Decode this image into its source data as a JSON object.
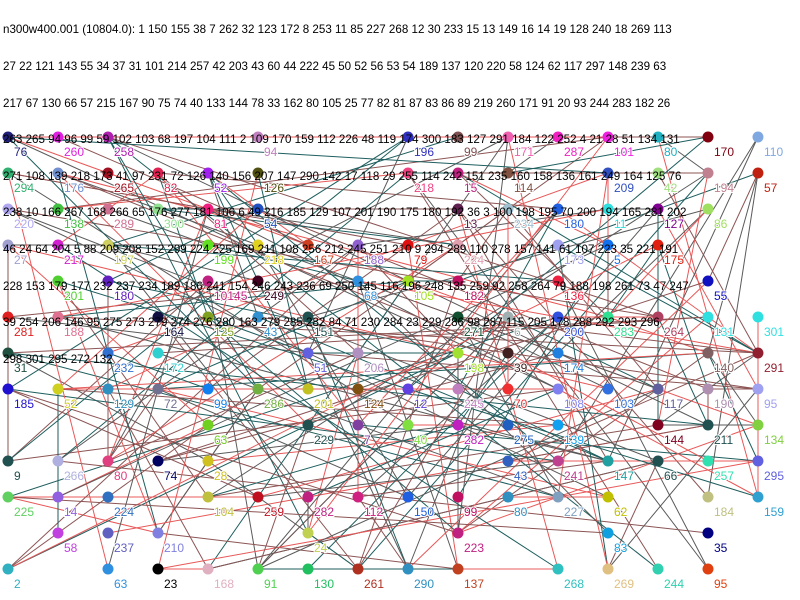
{
  "header": {
    "lines": [
      "n300w400.001 (10804.0): 1 150 155 38 7 262 32 123 172 8 253 11 85 227 268 12 30 233 15 13 149 16 14 19 128 240 18 269 113",
      "27 22 121 143 55 34 37 31 101 214 257 42 203 43 60 44 222 45 50 52 56 53 54 189 137 120 220 58 124 62 117 297 148 239 63",
      "217 67 130 66 57 215 167 90 75 74 40 133 144 78 33 162 80 105 25 77 82 81 87 83 86 89 219 260 171 91 20 93 244 283 182 26",
      "263 265 94 96 99 59 102 103 68 197 104 111 2 109 170 159 112 226 48 119 174 300 183 127 291 184 122 252 4 21 28 51 134 131",
      "271 108 139 218 173 41 97 231 72 126 140 156 207 147 290 142 17 118 29 255 114 242 151 235 160 158 136 161 249 164 125 76",
      "238 10 166 267 168 266 65 176 277 181 106 6 49 216 185 129 107 201 190 175 180 192 36 3 100 198 195 70 200 194 165 281 202",
      "46 24 64 204 5 88 209 208 152 299 224 225 169 211 108 256 212 245 251 210 9 294 289 110 278 157 141 61 107 223 35 221 191",
      "228 153 179 177 232 237 234 189 186 241 154 246 243 236 69 250 145 116 196 248 135 259 92 258 264 79 188 198 261 73 47 247",
      "39 254 206 146 95 275 273 279 274 276 280 163 279 285 282 84 71 230 284 23 229 286 98 287 115 205 178 288 292 293 296",
      "298 301 295 272 132"
    ]
  },
  "edge_colors": [
    "#1e5e5e",
    "#e85858",
    "#8c5454",
    "#5a5a5a"
  ],
  "nodes": [
    {
      "label": "76",
      "color": "#20207a"
    },
    {
      "label": "260",
      "color": "#e020e0"
    },
    {
      "label": "294",
      "color": "#30b070"
    },
    {
      "label": "176",
      "color": "#7090d0"
    },
    {
      "label": "258",
      "color": "#b020b0"
    },
    {
      "label": "265",
      "color": "#a01020"
    },
    {
      "label": "82",
      "color": "#e02050"
    },
    {
      "label": "289",
      "color": "#d07090"
    },
    {
      "label": "220",
      "color": "#b0a8f0"
    },
    {
      "label": "138",
      "color": "#40c040"
    },
    {
      "label": "300",
      "color": "#90e090"
    },
    {
      "label": "217",
      "color": "#d020d0"
    },
    {
      "label": "27",
      "color": "#a0a0d0"
    },
    {
      "label": "197",
      "color": "#d0d060"
    },
    {
      "label": "180",
      "color": "#6020c0"
    },
    {
      "label": "201",
      "color": "#50d030"
    },
    {
      "label": "188",
      "color": "#e07090"
    },
    {
      "label": "281",
      "color": "#e02020"
    },
    {
      "label": "52",
      "color": "#a020f0"
    },
    {
      "label": "54",
      "color": "#2050c0"
    },
    {
      "label": "81",
      "color": "#f02080"
    },
    {
      "label": "126",
      "color": "#505010"
    },
    {
      "label": "94",
      "color": "#c080c0"
    },
    {
      "label": "218",
      "color": "#e0d020"
    },
    {
      "label": "199",
      "color": "#60e020"
    },
    {
      "label": "167",
      "color": "#d04020"
    },
    {
      "label": "10145",
      "color": "#c02080"
    },
    {
      "label": "249",
      "color": "#400020"
    },
    {
      "label": "125",
      "color": "#80a020"
    },
    {
      "label": "164",
      "color": "#101040"
    },
    {
      "label": "43",
      "color": "#3090d0"
    },
    {
      "label": "151",
      "color": "#205050"
    },
    {
      "label": "196",
      "color": "#3030c0"
    },
    {
      "label": "15",
      "color": "#c02080"
    },
    {
      "label": "218",
      "color": "#f04080"
    },
    {
      "label": "171",
      "color": "#f060b0"
    },
    {
      "label": "99",
      "color": "#805050"
    },
    {
      "label": "114",
      "color": "#805040"
    },
    {
      "label": "13",
      "color": "#602050"
    },
    {
      "label": "234",
      "color": "#a0c0d0"
    },
    {
      "label": "79",
      "color": "#e01010"
    },
    {
      "label": "224",
      "color": "#e0a0b0"
    },
    {
      "label": "182",
      "color": "#c01060"
    },
    {
      "label": "105",
      "color": "#a0e020"
    },
    {
      "label": "271",
      "color": "#105030"
    },
    {
      "label": "136",
      "color": "#f02040"
    },
    {
      "label": "6",
      "color": "#a0b0b0"
    },
    {
      "label": "188",
      "color": "#9060d0"
    },
    {
      "label": "68",
      "color": "#3090e0"
    },
    {
      "label": "101",
      "color": "#f020e0"
    },
    {
      "label": "287",
      "color": "#f020c0"
    },
    {
      "label": "80",
      "color": "#20b0c0"
    },
    {
      "label": "170",
      "color": "#800010"
    },
    {
      "label": "110",
      "color": "#80a8e0"
    },
    {
      "label": "194",
      "color": "#c08090"
    },
    {
      "label": "57",
      "color": "#c02010"
    },
    {
      "label": "42",
      "color": "#a0e080"
    },
    {
      "label": "209",
      "color": "#3050c0"
    },
    {
      "label": "11",
      "color": "#30e0e0"
    },
    {
      "label": "86",
      "color": "#a0e060"
    },
    {
      "label": "127",
      "color": "#800090"
    },
    {
      "label": "180",
      "color": "#2060e0"
    },
    {
      "label": "175",
      "color": "#e02010"
    },
    {
      "label": "5",
      "color": "#1070f0"
    },
    {
      "label": "173",
      "color": "#a0a0f0"
    },
    {
      "label": "283",
      "color": "#30e090"
    },
    {
      "label": "200",
      "color": "#3050e0"
    },
    {
      "label": "264",
      "color": "#b04060"
    },
    {
      "label": "131",
      "color": "#30e0e0"
    },
    {
      "label": "301",
      "color": "#30e0e0"
    },
    {
      "label": "55",
      "color": "#1010c0"
    },
    {
      "label": "291",
      "color": "#902030"
    },
    {
      "label": "140",
      "color": "#806060"
    },
    {
      "label": "185",
      "color": "#2010d0"
    },
    {
      "label": "31",
      "color": "#205040"
    },
    {
      "label": "52",
      "color": "#d0d020"
    },
    {
      "label": "232",
      "color": "#3070d0"
    },
    {
      "label": "172",
      "color": "#30d0d0"
    },
    {
      "label": "129",
      "color": "#3090c0"
    },
    {
      "label": "72",
      "color": "#707090"
    },
    {
      "label": "99",
      "color": "#1080f0"
    },
    {
      "label": "286",
      "color": "#70b040"
    },
    {
      "label": "201",
      "color": "#c0c020"
    },
    {
      "label": "124",
      "color": "#805010"
    },
    {
      "label": "229",
      "color": "#205050"
    },
    {
      "label": "63",
      "color": "#70d020"
    },
    {
      "label": "51",
      "color": "#6060e0"
    },
    {
      "label": "12",
      "color": "#6040e0"
    },
    {
      "label": "206",
      "color": "#b090c0"
    },
    {
      "label": "198",
      "color": "#a0e030"
    },
    {
      "label": "39",
      "color": "#402020"
    },
    {
      "label": "70",
      "color": "#f03030"
    },
    {
      "label": "174",
      "color": "#2080e0"
    },
    {
      "label": "245",
      "color": "#c080c0"
    },
    {
      "label": "275",
      "color": "#2060c0"
    },
    {
      "label": "282",
      "color": "#c020c0"
    },
    {
      "label": "139",
      "color": "#10a0f0"
    },
    {
      "label": "40",
      "color": "#80e040"
    },
    {
      "label": "144",
      "color": "#800020"
    },
    {
      "label": "117",
      "color": "#6060a0"
    },
    {
      "label": "103",
      "color": "#3070e0"
    },
    {
      "label": "108",
      "color": "#8080f0"
    },
    {
      "label": "211",
      "color": "#205050"
    },
    {
      "label": "190",
      "color": "#b090b0"
    },
    {
      "label": "134",
      "color": "#80d040"
    },
    {
      "label": "95",
      "color": "#a0a0f0"
    },
    {
      "label": "147",
      "color": "#20a0a0"
    },
    {
      "label": "66",
      "color": "#205050"
    },
    {
      "label": "257",
      "color": "#30e0b0"
    },
    {
      "label": "295",
      "color": "#6060e0"
    },
    {
      "label": "62",
      "color": "#c0c000"
    },
    {
      "label": "184",
      "color": "#c0c080"
    },
    {
      "label": "159",
      "color": "#30a0d0"
    },
    {
      "label": "35",
      "color": "#000080"
    },
    {
      "label": "95",
      "color": "#e04010"
    },
    {
      "label": "83",
      "color": "#10a0e0"
    },
    {
      "label": "244",
      "color": "#30d0b0"
    },
    {
      "label": "269",
      "color": "#e0c080"
    },
    {
      "label": "268",
      "color": "#30c0c0"
    },
    {
      "label": "290",
      "color": "#3090c0"
    },
    {
      "label": "261",
      "color": "#b03020"
    },
    {
      "label": "137",
      "color": "#c04020"
    },
    {
      "label": "223",
      "color": "#c02080"
    },
    {
      "label": "130",
      "color": "#20c060"
    },
    {
      "label": "91",
      "color": "#50d050"
    },
    {
      "label": "168",
      "color": "#e0b0c0"
    },
    {
      "label": "23",
      "color": "#000000"
    },
    {
      "label": "63",
      "color": "#3090e0"
    },
    {
      "label": "210",
      "color": "#8080e0"
    },
    {
      "label": "58",
      "color": "#c040e0"
    },
    {
      "label": "2",
      "color": "#30b0c0"
    },
    {
      "label": "237",
      "color": "#6060c0"
    },
    {
      "label": "225",
      "color": "#60d060"
    },
    {
      "label": "14",
      "color": "#9060e0"
    },
    {
      "label": "80",
      "color": "#e04080"
    },
    {
      "label": "224",
      "color": "#3070c0"
    },
    {
      "label": "9",
      "color": "#205050"
    },
    {
      "label": "74",
      "color": "#000060"
    },
    {
      "label": "266",
      "color": "#b0b0e0"
    },
    {
      "label": "259",
      "color": "#c01020"
    },
    {
      "label": "112",
      "color": "#d02080"
    },
    {
      "label": "282",
      "color": "#c02080"
    },
    {
      "label": "150",
      "color": "#2060e0"
    },
    {
      "label": "99",
      "color": "#c01060"
    },
    {
      "label": "80",
      "color": "#3090c0"
    },
    {
      "label": "227",
      "color": "#80a0c0"
    },
    {
      "label": "241",
      "color": "#c04090"
    },
    {
      "label": "43",
      "color": "#3060c0"
    },
    {
      "label": "24",
      "color": "#c0d050"
    },
    {
      "label": "104",
      "color": "#c0c040"
    },
    {
      "label": "7",
      "color": "#8040a0"
    },
    {
      "label": "28",
      "color": "#d0c020"
    }
  ]
}
